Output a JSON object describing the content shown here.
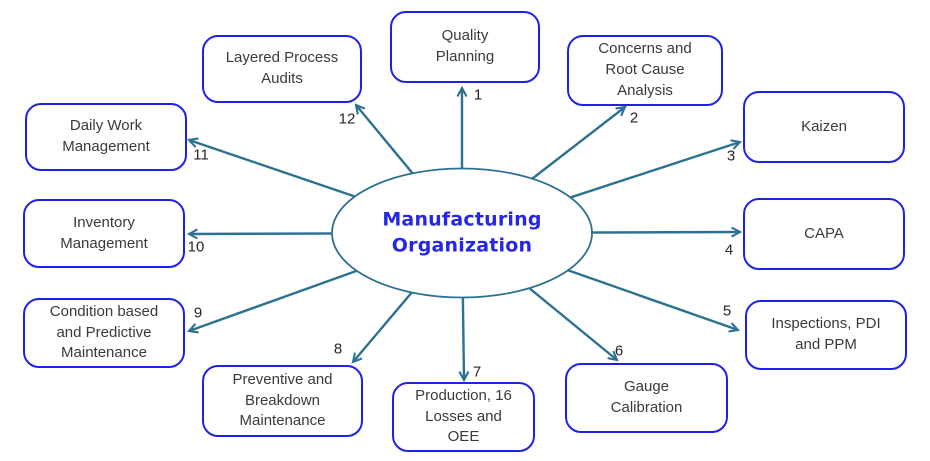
{
  "title": "Manufacturing Organization hub-and-spoke diagram",
  "center": {
    "label": "Manufacturing\nOrganization"
  },
  "nodes": [
    {
      "number": "1",
      "label": "Quality\nPlanning"
    },
    {
      "number": "2",
      "label": "Concerns and\nRoot Cause\nAnalysis"
    },
    {
      "number": "3",
      "label": "Kaizen"
    },
    {
      "number": "4",
      "label": "CAPA"
    },
    {
      "number": "5",
      "label": "Inspections, PDI\nand PPM"
    },
    {
      "number": "6",
      "label": "Gauge\nCalibration"
    },
    {
      "number": "7",
      "label": "Production, 16\nLosses and\nOEE"
    },
    {
      "number": "8",
      "label": "Preventive and\nBreakdown\nMaintenance"
    },
    {
      "number": "9",
      "label": "Condition based\nand Predictive\nMaintenance"
    },
    {
      "number": "10",
      "label": "Inventory\nManagement"
    },
    {
      "number": "11",
      "label": "Daily Work\nManagement"
    },
    {
      "number": "12",
      "label": "Layered Process\nAudits"
    }
  ],
  "colors": {
    "box_border": "#2021E8",
    "arrow_teal": "#2D7191",
    "center_text": "#2626E8",
    "node_text": "#3A3A3A",
    "number_text": "#262626"
  }
}
